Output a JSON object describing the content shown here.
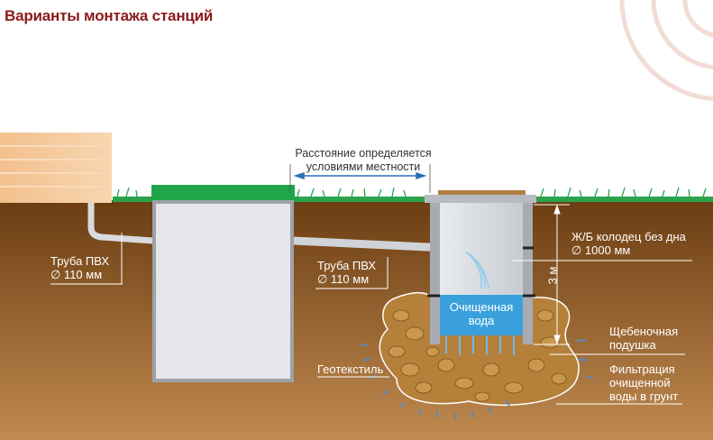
{
  "title": "Варианты монтажа станций",
  "labels": {
    "distance_line1": "Расстояние определяется",
    "distance_line2": "условиями местности",
    "pipe1_line1": "Труба ПВХ",
    "pipe1_line2": "∅ 110 мм",
    "pipe2_line1": "Труба ПВХ",
    "pipe2_line2": "∅ 110 мм",
    "well_line1": "Ж/Б колодец без дна",
    "well_line2": "∅ 1000 мм",
    "depth": "3 м",
    "water_line1": "Очищенная",
    "water_line2": "вода",
    "gravel_line1": "Щебеночная",
    "gravel_line2": "подушка",
    "geotextile": "Геотекстиль",
    "filtration_line1": "Фильтрация",
    "filtration_line2": "очищенной",
    "filtration_line3": "воды в грунт"
  },
  "colors": {
    "title": "#8b1a1a",
    "grass": "#2aa34a",
    "soil_top": "#6b3d12",
    "soil_bottom": "#c08a50",
    "water": "#3aa0dc",
    "tank_lid": "#1fa64a"
  }
}
